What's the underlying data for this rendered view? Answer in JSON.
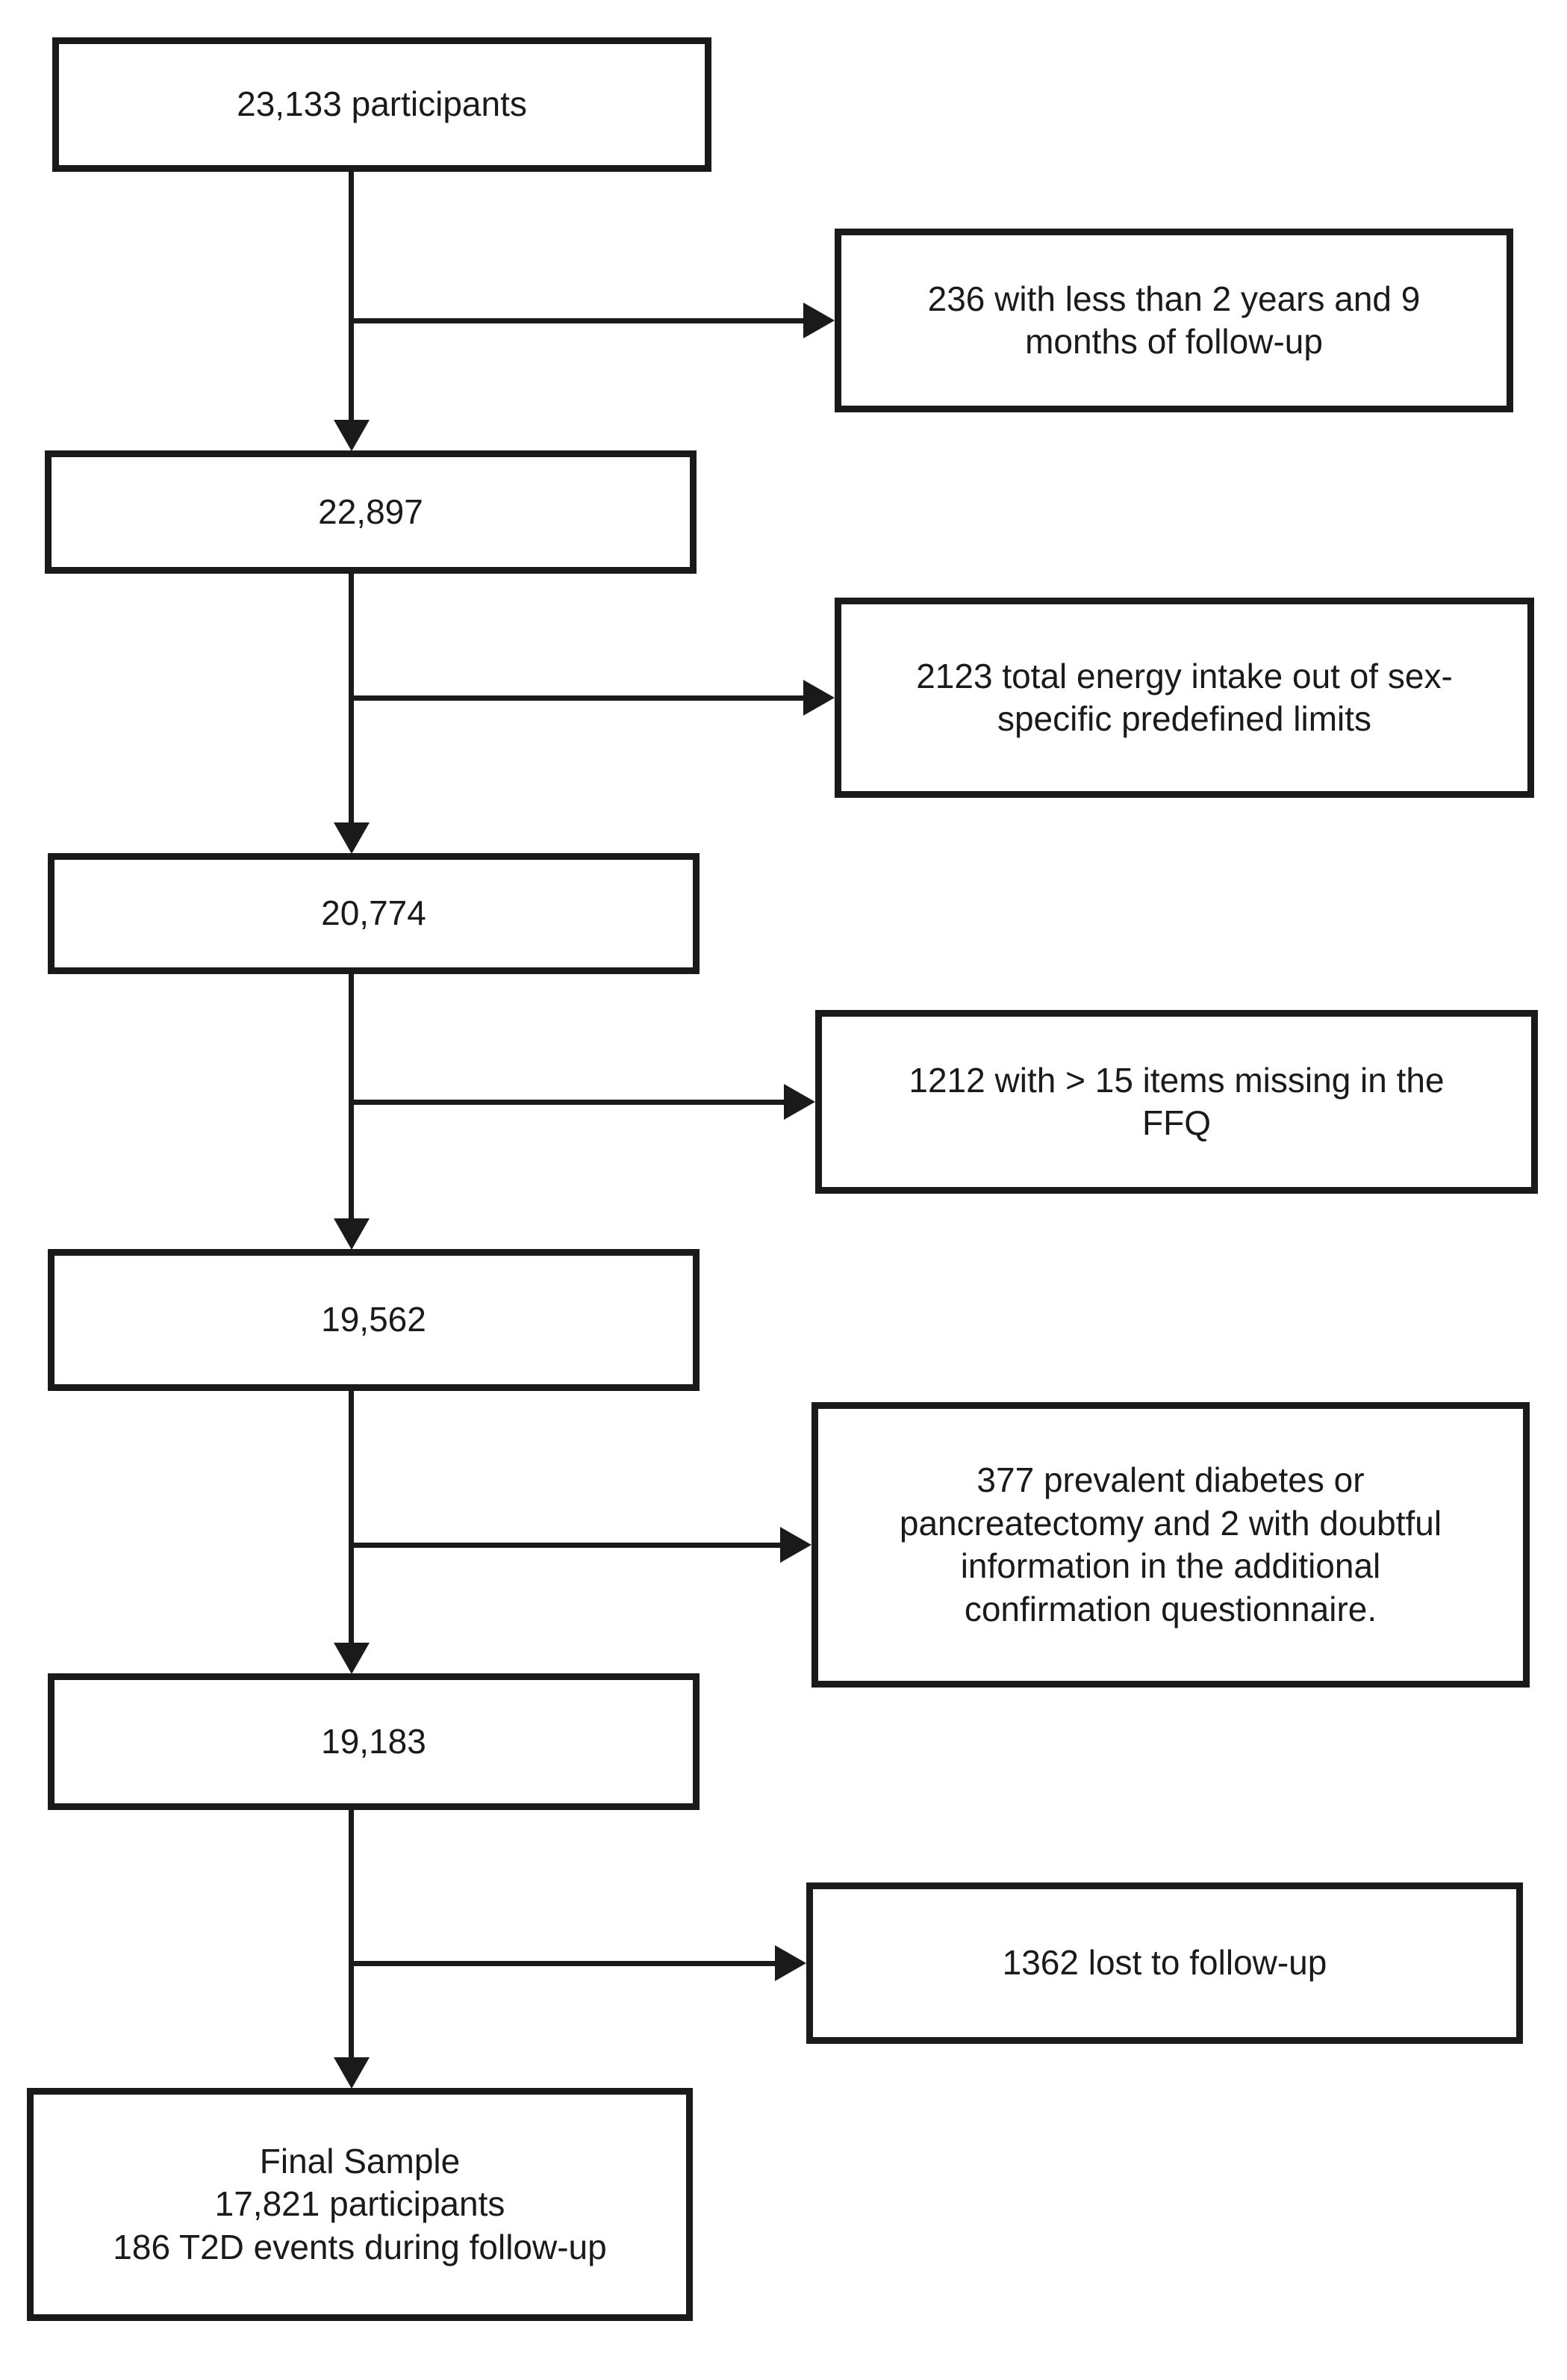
{
  "diagram": {
    "title": "Participant flow diagram",
    "colors": {
      "box_border": "#1a1a1a",
      "text": "#1a1a1a",
      "background": "#ffffff",
      "connector": "#1a1a1a"
    },
    "main_flow": [
      {
        "label": "23,133 participants"
      },
      {
        "label": "22,897"
      },
      {
        "label": "20,774"
      },
      {
        "label": "19,562"
      },
      {
        "label": "19,183"
      },
      {
        "label": "Final Sample\n17,821 participants\n186 T2D events during follow-up"
      }
    ],
    "exclusions": [
      {
        "label": "236 with less than 2 years and 9\nmonths of follow-up"
      },
      {
        "label": "2123 total energy intake out of sex-\nspecific predefined limits"
      },
      {
        "label": "1212 with > 15 items missing in the\nFFQ"
      },
      {
        "label": "377 prevalent diabetes or\npancreatectomy and 2 with doubtful\ninformation in the additional\nconfirmation questionnaire."
      },
      {
        "label": "1362 lost to follow-up"
      }
    ]
  }
}
